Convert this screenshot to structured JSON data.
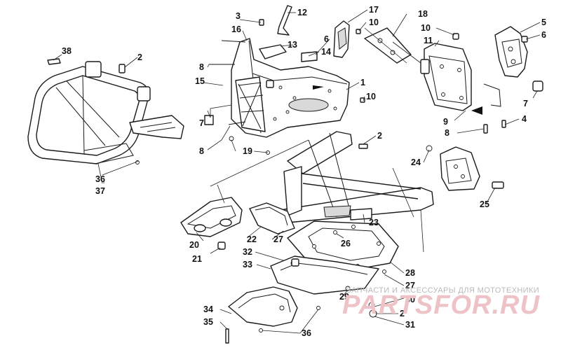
{
  "watermark": {
    "caption": "ЗАПЧАСТИ И АКСЕССУАРЫ ДЛЯ МОТОТЕХНИКИ",
    "brand": "PARTSFOR.RU"
  },
  "callouts": {
    "c1": "1",
    "c2a": "2",
    "c2b": "2",
    "c2c": "2",
    "c3": "3",
    "c4": "4",
    "c5": "5",
    "c6a": "6",
    "c6b": "6",
    "c7a": "7",
    "c7b": "7",
    "c8a": "8",
    "c8b": "8",
    "c8c": "8",
    "c9": "9",
    "c10a": "10",
    "c10b": "10",
    "c10c": "10",
    "c11": "11",
    "c12": "12",
    "c13": "13",
    "c14": "14",
    "c15": "15",
    "c16": "16",
    "c17": "17",
    "c18": "18",
    "c19": "19",
    "c20": "20",
    "c21": "21",
    "c22": "22",
    "c23": "23",
    "c24": "24",
    "c25": "25",
    "c26": "26",
    "c27a": "27",
    "c27b": "27",
    "c28": "28",
    "c29": "29",
    "c30": "30",
    "c31": "31",
    "c32": "32",
    "c33": "33",
    "c34": "34",
    "c35": "35",
    "c36a": "36",
    "c36b": "36",
    "c37": "37",
    "c38": "38"
  }
}
